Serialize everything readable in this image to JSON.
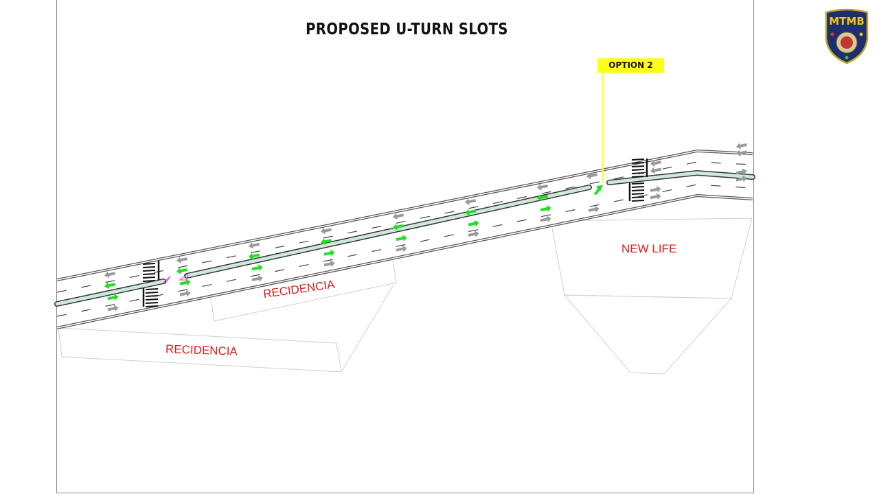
{
  "title": "PROPOSED U-TURN SLOTS",
  "callout": {
    "label": "OPTION 2",
    "color": "#ffff1a"
  },
  "areas": [
    {
      "label": "RECIDENCIA"
    },
    {
      "label": "RECIDENCIA"
    },
    {
      "label": "NEW LIFE"
    }
  ],
  "logo": {
    "text": "MTMB",
    "icon": "mtmb-badge-logo"
  },
  "colors": {
    "median": "#cfe8dc",
    "arrow_green": "#22dd22",
    "arrow_gray": "#9a9a9a",
    "label_red": "#d42020"
  }
}
